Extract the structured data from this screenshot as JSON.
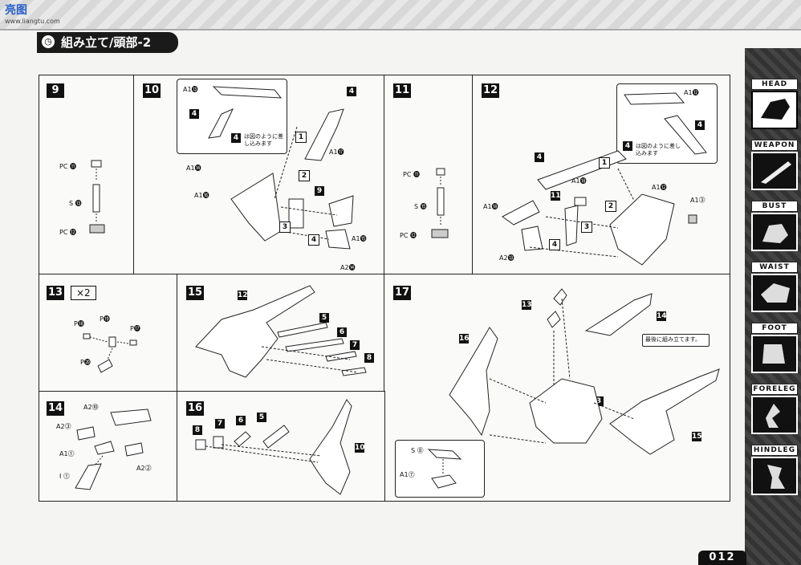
{
  "header": {
    "site_logo": "亮图",
    "site_sub": "www.liangtu.com",
    "title": "組み立て/頭部-2",
    "title_icon": "clock-icon"
  },
  "sidebar": {
    "items": [
      {
        "label": "HEAD",
        "active": true
      },
      {
        "label": "WEAPON",
        "active": false
      },
      {
        "label": "BUST",
        "active": false
      },
      {
        "label": "WAIST",
        "active": false
      },
      {
        "label": "FOOT",
        "active": false
      },
      {
        "label": "FORELEG",
        "active": false
      },
      {
        "label": "HINDLEG",
        "active": false
      }
    ]
  },
  "steps": {
    "s9": {
      "num": "9",
      "labels": [
        "PC ⓫",
        "S ⓭",
        "PC ⓬"
      ]
    },
    "s10": {
      "num": "10",
      "callout_a": "A1⓭",
      "callout_part": "4",
      "note": "は図のように差し込みます",
      "labels": [
        "A1⓮",
        "A1⓰",
        "A1⓯",
        "A1⓱",
        "A2⓮"
      ],
      "parts": [
        "4",
        "9",
        "1",
        "2",
        "3",
        "4"
      ]
    },
    "s11": {
      "num": "11",
      "labels": [
        "PC ⓫",
        "S ⓯",
        "PC ⓬"
      ]
    },
    "s12": {
      "num": "12",
      "callout_a": "A1⓬",
      "callout_part": "4",
      "note": "は図のように差し込みます",
      "labels": [
        "A1⓲",
        "A1⓲",
        "A1⓬",
        "A1⓷",
        "A2⓭"
      ],
      "parts": [
        "4",
        "11",
        "1",
        "2",
        "3",
        "4"
      ]
    },
    "s13": {
      "num": "13",
      "times": "×2",
      "labels": [
        "P⓲",
        "P⓳",
        "P⓱",
        "P⓴"
      ]
    },
    "s14": {
      "num": "14",
      "labels": [
        "A2⓾",
        "A2⓷",
        "A1⓵",
        "A2⓶",
        "I ⓵"
      ]
    },
    "s15": {
      "num": "15",
      "parts": [
        "12",
        "5",
        "6",
        "7",
        "8"
      ]
    },
    "s16": {
      "num": "16",
      "parts": [
        "8",
        "7",
        "6",
        "5",
        "10"
      ]
    },
    "s17": {
      "num": "17",
      "parts": [
        "13",
        "14",
        "16",
        "3",
        "15"
      ],
      "note": "最後に組み立てます。",
      "callout_labels": [
        "S ⓼",
        "A1⓻"
      ]
    }
  },
  "footer": {
    "page": "012"
  }
}
